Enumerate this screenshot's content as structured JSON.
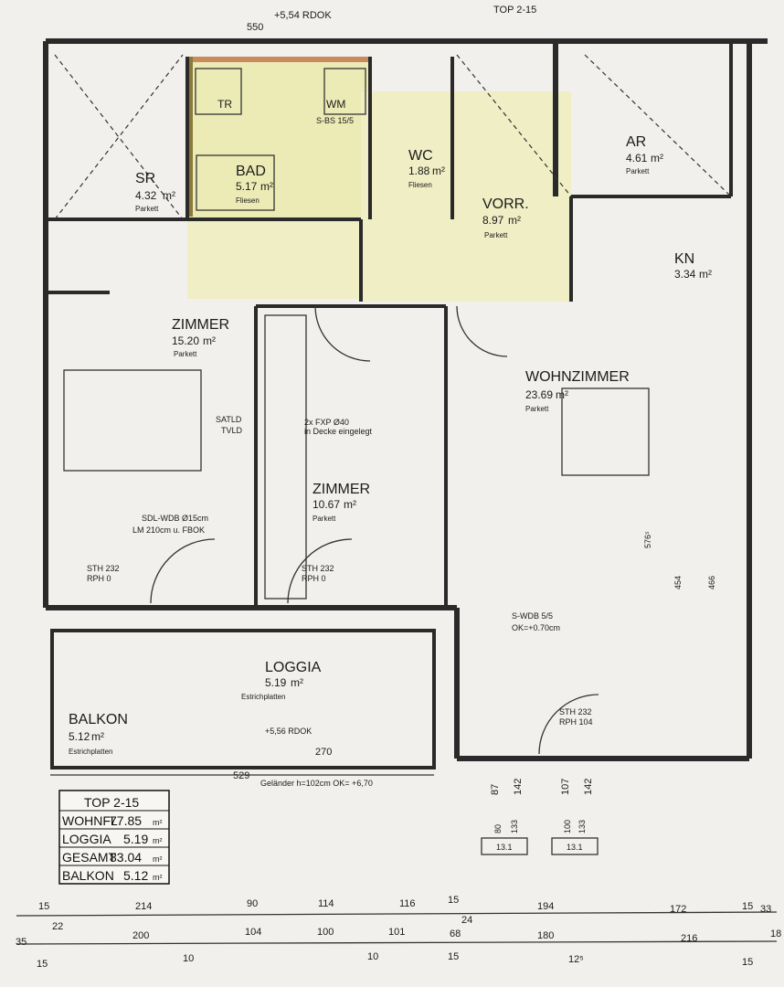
{
  "plan": {
    "top_label": "TOP 2-15",
    "top_level": "+5,54 RDOK",
    "top_width": "550",
    "bottom_width": "529",
    "railing_note": "Geländer h=102cm OK= +6,70",
    "loggia_level": "+5,56 RDOK",
    "colors": {
      "wet_area": "#ecebb5",
      "wall_cut": "#c98a5e",
      "wall": "#2a2a2a",
      "paper": "#f1f0ec"
    }
  },
  "rooms": [
    {
      "name": "SR",
      "area": "4.32",
      "unit": "m²",
      "floor": "Parkett"
    },
    {
      "name": "BAD",
      "area": "5.17",
      "unit": "m²",
      "floor": "Fliesen"
    },
    {
      "name": "WC",
      "area": "1.88",
      "unit": "m²",
      "floor": "Fliesen"
    },
    {
      "name": "VORR.",
      "area": "8.97",
      "unit": "m²",
      "floor": "Parkett"
    },
    {
      "name": "AR",
      "area": "4.61",
      "unit": "m²",
      "floor": "Parkett"
    },
    {
      "name": "KN",
      "area": "3.34",
      "unit": "m²",
      "floor": ""
    },
    {
      "name": "ZIMMER",
      "area": "15.20",
      "unit": "m²",
      "floor": "Parkett"
    },
    {
      "name": "WOHNZIMMER",
      "area": "23.69",
      "unit": "m²",
      "floor": "Parkett"
    },
    {
      "name": "ZIMMER",
      "area": "10.67",
      "unit": "m²",
      "floor": "Parkett"
    },
    {
      "name": "LOGGIA",
      "area": "5.19",
      "unit": "m²",
      "floor": "Estrichplatten"
    },
    {
      "name": "BALKON",
      "area": "5.12",
      "unit": "m²",
      "floor": "Estrichplatten"
    }
  ],
  "fixtures": {
    "tr": "TR",
    "wm": "WM",
    "sbs": "S-BS 15/5",
    "fxp": "2x FXP Ø40",
    "fxp_note": "in Decke eingelegt",
    "sdl": "SDL-WDB Ø15cm",
    "sdl_note": "LM 210cm u. FBOK",
    "satld": "SATLD",
    "tvld": "TVLD",
    "sth_left": "STH 232",
    "rph_left": "RPH 0",
    "sth_mid": "STH 232",
    "rph_mid": "RPH 0",
    "sth_right": "STH 232",
    "rph_right": "RPH 104",
    "swdb": "S-WDB 5/5",
    "swdb_ok": "OK=+0.70cm",
    "dim_loggia": "270",
    "dim_wohn": "576⁵",
    "dim_454": "454",
    "dim_466": "466"
  },
  "area_table": {
    "title": "TOP 2-15",
    "rows": [
      {
        "label": "WOHNFL",
        "value": "77.85",
        "unit": "m²"
      },
      {
        "label": "LOGGIA",
        "value": "5.19",
        "unit": "m²"
      },
      {
        "label": "GESAMT",
        "value": "83.04",
        "unit": "m²"
      },
      {
        "label": "BALKON",
        "value": "5.12",
        "unit": "m²"
      }
    ]
  },
  "windows": [
    {
      "w": "87",
      "h": "142"
    },
    {
      "w": "107",
      "h": "142"
    }
  ],
  "window_tags": [
    {
      "w": "80",
      "h": "133",
      "tag": "13.1"
    },
    {
      "w": "100",
      "h": "133",
      "tag": "13.1"
    }
  ],
  "dimensions": {
    "row1": [
      "15",
      "22",
      "214",
      "90",
      "114",
      "116",
      "15",
      "24",
      "194",
      "172",
      "15",
      "33"
    ],
    "row2": [
      "35",
      "200",
      "104",
      "100",
      "101",
      "68",
      "180",
      "216",
      "18"
    ],
    "row3": [
      "15",
      "10",
      "10",
      "15",
      "12⁵",
      "15"
    ]
  }
}
